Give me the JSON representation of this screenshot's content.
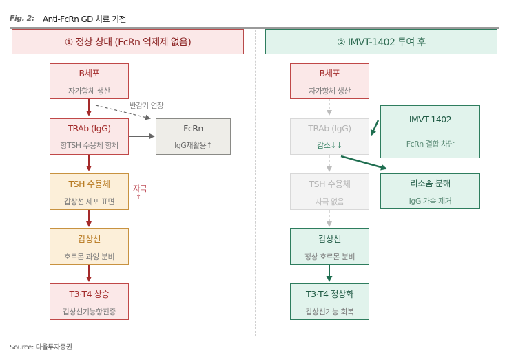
{
  "figure": {
    "label": "Fig. 2:",
    "title": "Anti-FcRn GD 치료 기전",
    "source": "Source: 다올투자증권"
  },
  "left_panel": {
    "header": "① 정상 상태 (FcRn 억제제 없음)",
    "nodes": {
      "b_cell": {
        "title": "B세포",
        "subtitle": "자가항체 생산"
      },
      "trab": {
        "title": "TRAb (IgG)",
        "subtitle": "항TSH 수용체 항체"
      },
      "fcrn": {
        "title": "FcRn",
        "subtitle": "IgG재활용↑"
      },
      "tsh_receptor": {
        "title": "TSH 수용체",
        "subtitle": "갑상선 세포 표면"
      },
      "thyroid": {
        "title": "갑상선",
        "subtitle": "호르몬 과잉 분비"
      },
      "t3t4": {
        "title": "T3·T4 상승",
        "subtitle": "갑상선기능항진증"
      }
    },
    "annotations": {
      "half_life": "반감기 연장",
      "stimulation": "자극",
      "stimulation_arrow": "↑"
    }
  },
  "right_panel": {
    "header": "② IMVT-1402 투여 후",
    "nodes": {
      "b_cell": {
        "title": "B세포",
        "subtitle": "자가항체 생산"
      },
      "trab": {
        "title": "TRAb (IgG)",
        "subtitle": "감소↓↓"
      },
      "imvt": {
        "title": "IMVT-1402",
        "subtitle": "FcRn 결합 차단"
      },
      "lysosome": {
        "title": "리소좀 분해",
        "subtitle": "IgG 가속 제거"
      },
      "tsh_receptor": {
        "title": "TSH 수용체",
        "subtitle": "자극 없음"
      },
      "thyroid": {
        "title": "갑상선",
        "subtitle": "정상 호르몬 분비"
      },
      "t3t4": {
        "title": "T3·T4 정상화",
        "subtitle": "갑상선기능 회복"
      }
    }
  },
  "colors": {
    "red": "#c04848",
    "orange": "#c89240",
    "green": "#2e7d5e",
    "gray": "#8a8a86",
    "faded": "#d8d8d8",
    "arrow_red": "#a52a2a",
    "arrow_green": "#1f6e50",
    "arrow_gray": "#666666"
  }
}
